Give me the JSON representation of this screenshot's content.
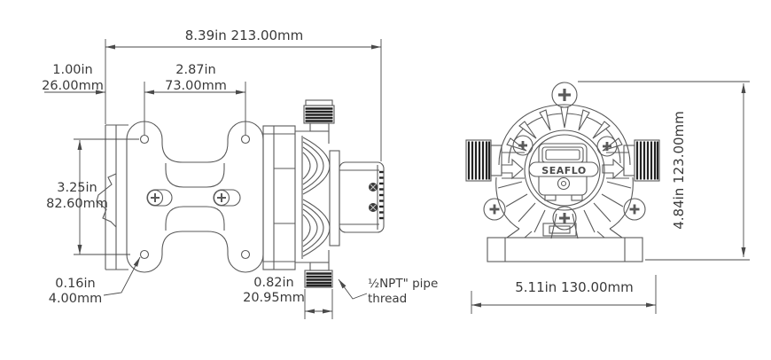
{
  "colors": {
    "background": "#ffffff",
    "drawing_line": "#5a5a5a",
    "dimension_line": "#4a4a4a",
    "thread_fill": "#222222",
    "text": "#3a3a3a"
  },
  "side_view": {
    "overall_length": "8.39in 213.00mm",
    "mount_hole_offset": "1.00in\n26.00mm",
    "mount_hole_spacing": "2.87in\n73.00mm",
    "mount_height": "3.25in\n82.60mm",
    "mount_hole_diameter": "0.16in\n4.00mm",
    "port_diameter": "0.82in\n20.95mm",
    "port_thread_note": "½NPT\" pipe\nthread"
  },
  "front_view": {
    "overall_width": "5.11in 130.00mm",
    "overall_height": "4.84in 123.00mm",
    "brand_label": "SEAFLO"
  }
}
